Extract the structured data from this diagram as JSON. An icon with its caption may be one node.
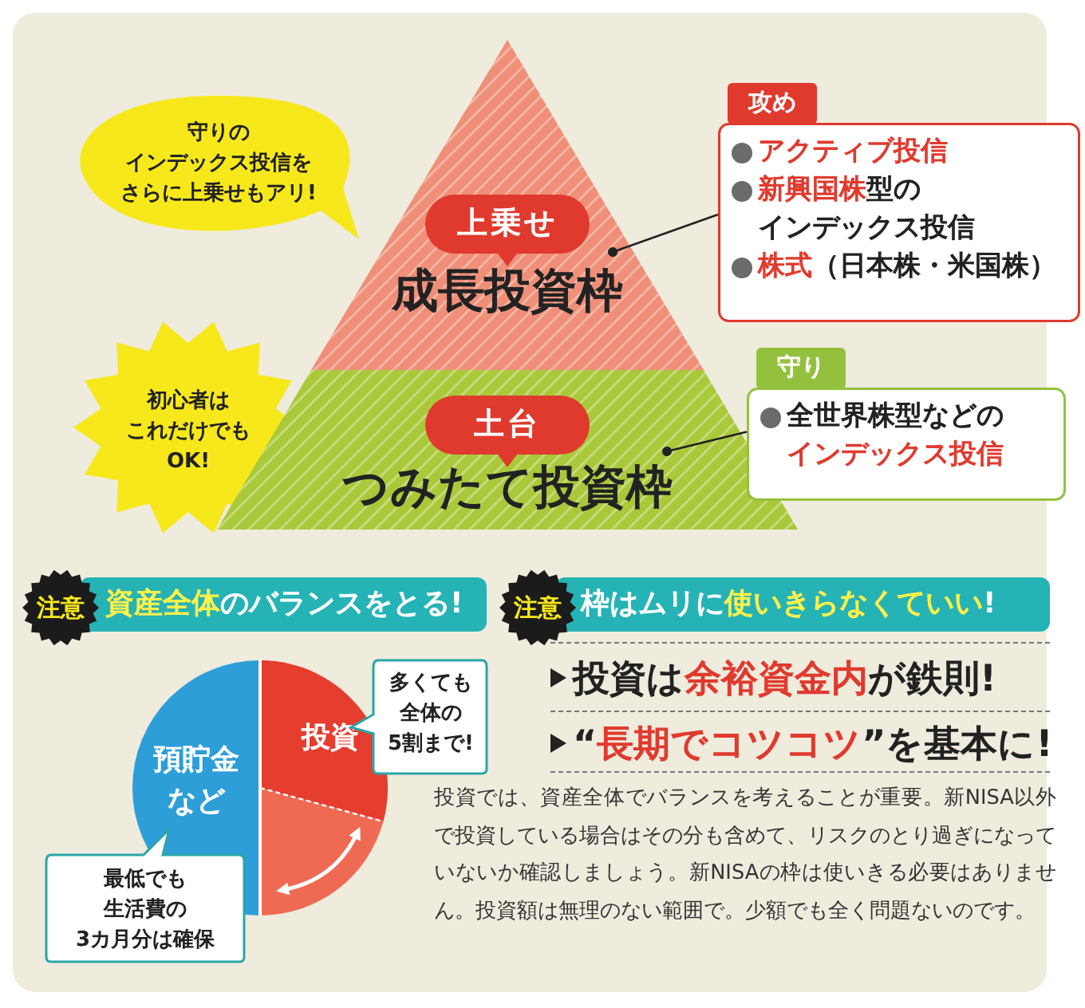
{
  "diagram": {
    "nodes": [
      {
        "text": [
          "守りのインデックス投信をさらに上乗せもアリ!"
        ]
      },
      {
        "text": [
          "成長投資枠"
        ]
      },
      {
        "text": [
          "上乗せ"
        ],
        "in": 1
      },
      {
        "text": [
          "攻め",
          "**アクティブ投信**",
          "**新興国株**型のインデックス投信",
          "**株式**（日本株・米国株）"
        ]
      },
      {
        "text": [
          "初心者はこれだけでもOK!"
        ]
      },
      {
        "text": [
          "つみたて投資枠"
        ]
      },
      {
        "text": [
          "土台"
        ],
        "in": 5
      },
      {
        "text": [
          "守り",
          "全世界株型などの**インデックス投信**"
        ]
      },
      {
        "text": [
          "注意"
        ]
      },
      {
        "text": [
          "**資産全体**のバランスをとる!"
        ]
      },
      {
        "text": [
          "注意"
        ]
      },
      {
        "text": [
          "枠はムリに**使いきらなくていい**!"
        ]
      },
      {
        "text": [
          "預貯金など"
        ]
      },
      {
        "text": [
          "投資"
        ]
      },
      {
        "text": [
          "多くても全体の5割まで!"
        ]
      },
      {
        "text": [],
        "shape": "wedge"
      },
      {
        "text": [
          "最低でも生活費の3カ月分は確保"
        ]
      }
    ],
    "edges": [
      {
        "from": 1,
        "to": 3,
        "arrow": "other"
      },
      {
        "from": 5,
        "to": 7,
        "arrow": "other"
      }
    ],
    "labels": [
      "投資は**余裕資金内**が鉄則!",
      "“**長期でコツコツ**”を基本に!",
      "投資では、資産全体でバランスを考えることが重要。新NISA以外で投資している場合はその分も含めて、リスクのとり過ぎになっていないか確認しましょう。新NISAの枠は使いきる必要はありません。投資額は無理のない範囲で。少額でも全く問題ないのです。"
    ]
  }
}
